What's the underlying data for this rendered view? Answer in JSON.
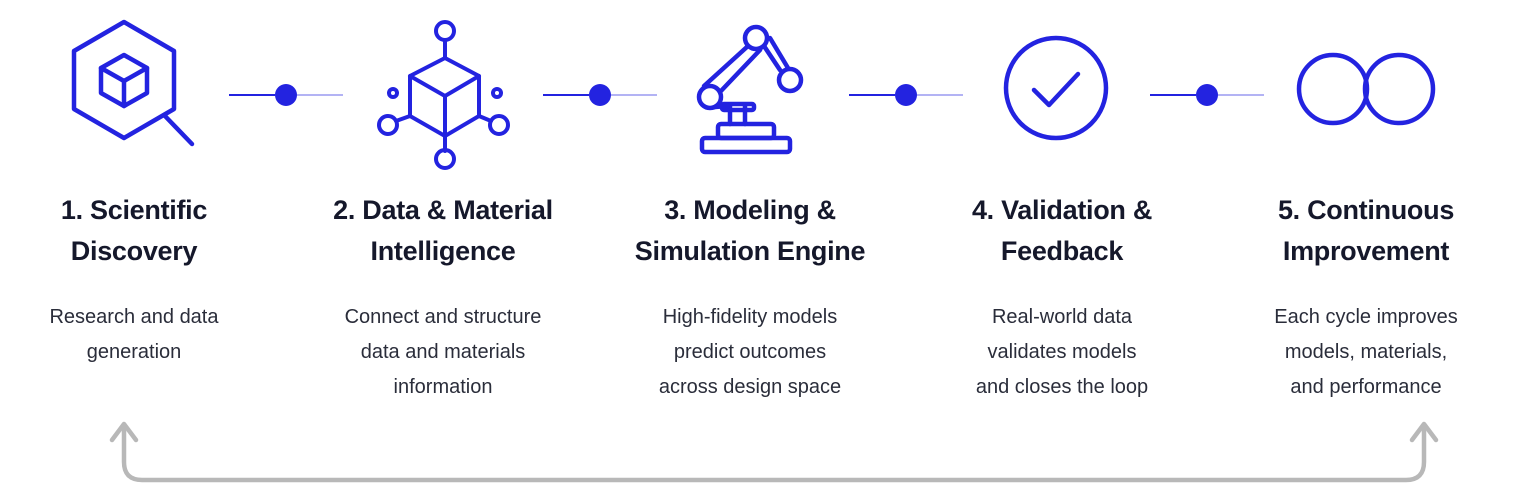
{
  "colors": {
    "accent": "#2323e0",
    "text": "#15182b",
    "muted_text": "#2a2d3a",
    "loop_arrow": "#b8b8b8"
  },
  "steps": [
    {
      "icon": "hexagon-cube-search-icon",
      "title": "1. Scientific\nDiscovery",
      "description": "Research and data\ngeneration"
    },
    {
      "icon": "cube-network-icon",
      "title": "2. Data & Material\nIntelligence",
      "description": "Connect and structure\ndata and materials\ninformation"
    },
    {
      "icon": "robotic-arm-icon",
      "title": "3. Modeling &\nSimulation Engine",
      "description": "High-fidelity models\npredict outcomes\nacross design space"
    },
    {
      "icon": "checkmark-circle-icon",
      "title": "4. Validation &\nFeedback",
      "description": "Real-world data\nvalidates models\nand closes the loop"
    },
    {
      "icon": "infinity-rings-icon",
      "title": "5. Continuous\nImprovement",
      "description": "Each cycle improves\nmodels, materials,\nand performance"
    }
  ],
  "loop_arrow": "feedback-loop-arrow"
}
